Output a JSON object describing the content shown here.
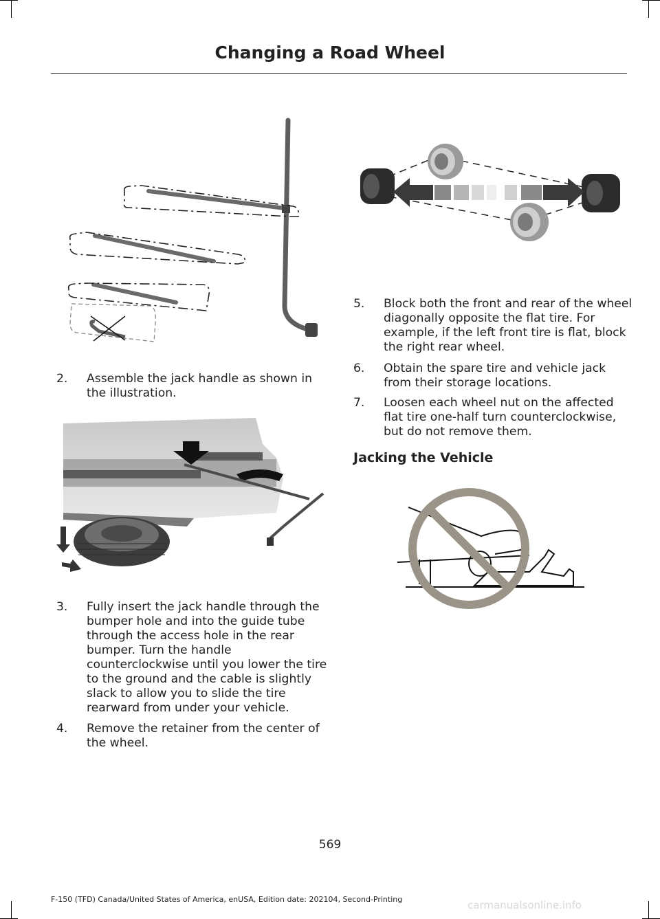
{
  "header": {
    "title": "Changing a Road Wheel"
  },
  "steps_left": [
    {
      "num": "2.",
      "text": "Assemble the jack handle as shown in the illustration."
    },
    {
      "num": "3.",
      "text": "Fully insert the jack handle through the bumper hole and into the guide tube through the access hole in the rear bumper. Turn the handle counterclockwise until you lower the tire to the ground and the cable is slightly slack to allow you to slide the tire rearward from under your vehicle."
    },
    {
      "num": "4.",
      "text": "Remove the retainer from the center of the wheel."
    }
  ],
  "steps_right": [
    {
      "num": "5.",
      "text": "Block both the front and rear of the wheel diagonally opposite the flat tire. For example, if the left front tire is flat, block the right rear wheel."
    },
    {
      "num": "6.",
      "text": "Obtain the spare tire and vehicle jack from their storage locations."
    },
    {
      "num": "7.",
      "text": "Loosen each wheel nut on the affected flat tire one-half turn counterclockwise, but do not remove them."
    }
  ],
  "section_heading": "Jacking the Vehicle",
  "page_number": "569",
  "footer_text": "F-150 (TFD) Canada/United States of America, enUSA, Edition date: 202104, Second-Printing",
  "watermark": "carmanualsonline.info",
  "colors": {
    "text": "#222222",
    "tool_gray": "#5e5e5e",
    "prohibit_ring": "#9a9488"
  }
}
